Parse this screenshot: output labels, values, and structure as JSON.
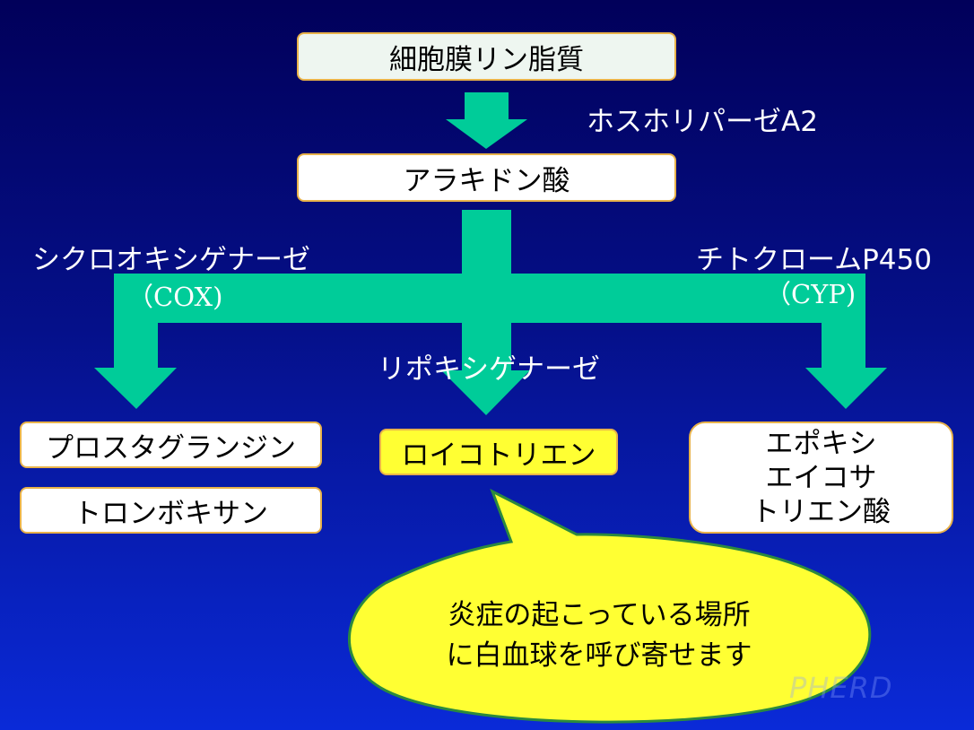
{
  "nodes": {
    "membrane": "細胞膜リン脂質",
    "arachidonic": "アラキドン酸",
    "prostaglandin": "プロスタグランジン",
    "thromboxane": "トロンボキサン",
    "leukotriene": "ロイコトリエン",
    "eet": [
      "エポキシ",
      "エイコサ",
      "トリエン酸"
    ]
  },
  "enzymes": {
    "pla2": "ホスホリパーゼA2",
    "cox_name": "シクロオキシゲナーゼ",
    "cox_abbr": "（COX)",
    "lox": "リポキシゲナーゼ",
    "cyp_name": "チトクロームP450",
    "cyp_abbr": "（CYP)"
  },
  "callout": {
    "lines": [
      "炎症の起こっている場所",
      "に白血球を呼び寄せます"
    ]
  },
  "watermark": "PHERD",
  "colors": {
    "arrow": "#00cc99",
    "box_border": "#e8b24a",
    "callout_fill": "#ffff33",
    "callout_border": "#2b8a3e"
  }
}
